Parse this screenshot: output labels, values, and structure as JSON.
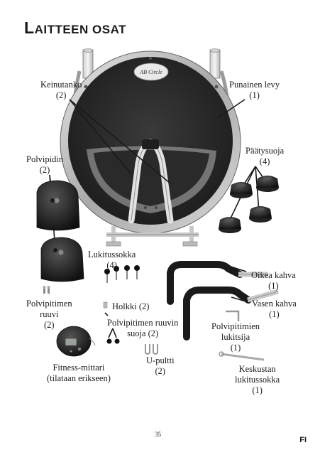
{
  "page": {
    "title_first": "L",
    "title_rest": "AITTEEN OSAT",
    "page_number": "35",
    "language_code": "FI",
    "brand_logo_text": "AB Circle"
  },
  "labels": {
    "keinutanko": [
      "Keinutanko",
      "(2)"
    ],
    "punainen_levy": [
      "Punainen levy",
      "(1)"
    ],
    "polvipidin": [
      "Polvipidin",
      "(2)"
    ],
    "paatysuoja": [
      "Päätysuoja",
      "(4)"
    ],
    "lukitussokka": [
      "Lukitussokka",
      "(4)"
    ],
    "oikea_kahva": [
      "Oikea kahva",
      "(1)"
    ],
    "polvipitimen_ruuvi": [
      "Polvipitimen",
      "ruuvi",
      "(2)"
    ],
    "holkki": [
      "Holkki (2)"
    ],
    "vasen_kahva": [
      "Vasen kahva",
      "(1)"
    ],
    "polvipitimen_ruuvin_suoja": [
      "Polvipitimen ruuvin",
      "suoja (2)"
    ],
    "polvipitimien_lukitsija": [
      "Polvipitimien",
      "lukitsija",
      "(1)"
    ],
    "u_pultti": [
      "U-pultti",
      "(2)"
    ],
    "keskustan_lukitussokka": [
      "Keskustan",
      "lukitussokka",
      "(1)"
    ],
    "fitness_mittari": [
      "Fitness-mittari",
      "(tilataan erikseen)"
    ]
  }
}
